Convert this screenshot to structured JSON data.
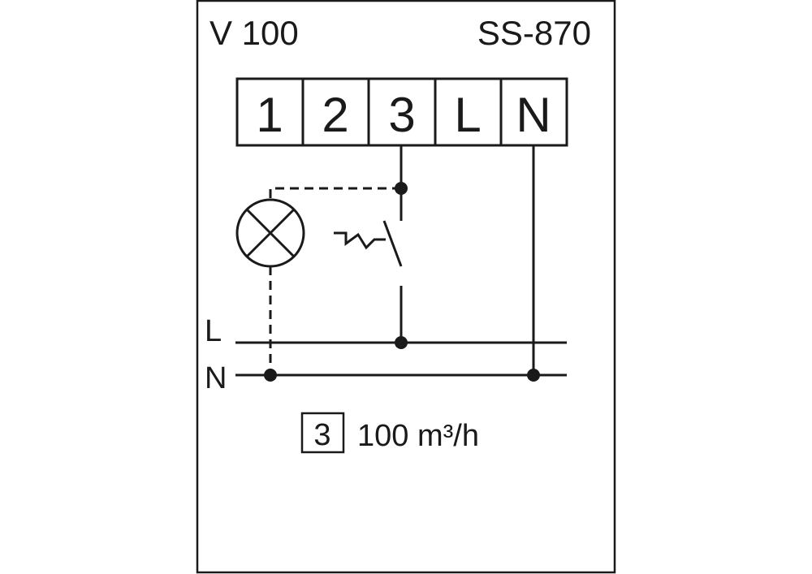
{
  "header": {
    "model": "V 100",
    "code": "SS-870"
  },
  "terminals": [
    "1",
    "2",
    "3",
    "L",
    "N"
  ],
  "bus": {
    "line_label": "L",
    "neutral_label": "N"
  },
  "footer": {
    "terminal_ref": "3",
    "flow": "100 m³/h"
  },
  "colors": {
    "ink": "#1a1a1a",
    "background": "#ffffff"
  },
  "icons": {
    "lamp": "lamp-icon",
    "switch": "switch-icon"
  }
}
